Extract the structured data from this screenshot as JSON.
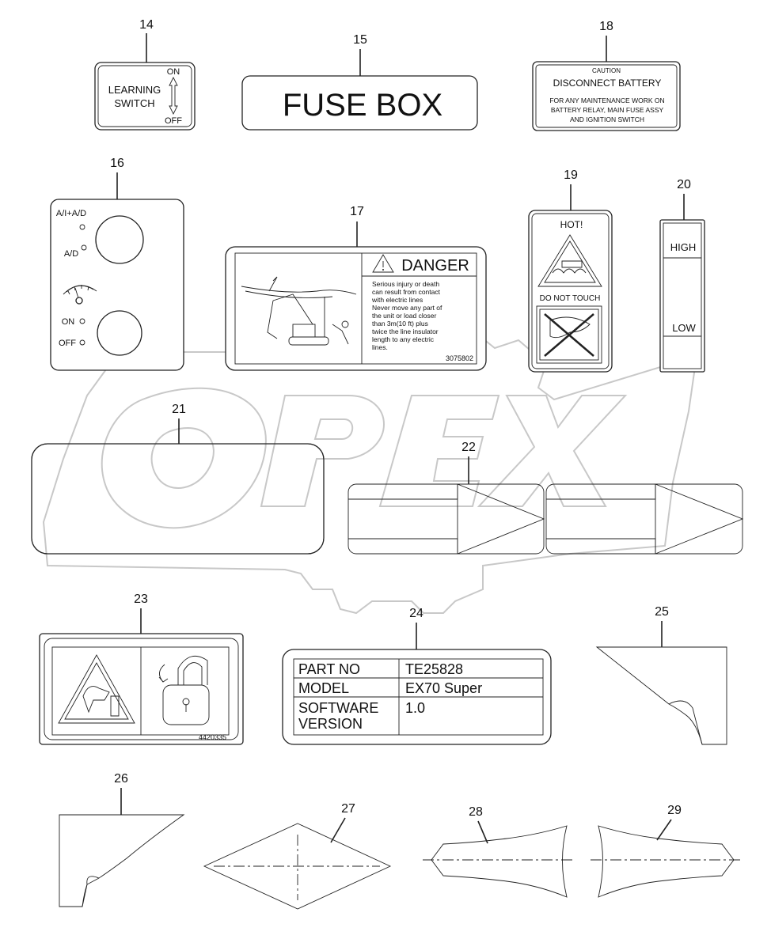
{
  "callouts": [
    "14",
    "15",
    "16",
    "17",
    "18",
    "19",
    "20",
    "21",
    "22",
    "23",
    "24",
    "25",
    "26",
    "27",
    "28",
    "29"
  ],
  "decal14": {
    "line1": "LEARNING",
    "line2": "SWITCH",
    "on": "ON",
    "off": "OFF"
  },
  "decal15": {
    "text": "FUSE BOX"
  },
  "decal18": {
    "caution": "CAUTION",
    "title": "DISCONNECT BATTERY",
    "body1": "FOR ANY MAINTENANCE WORK ON",
    "body2": "BATTERY RELAY, MAIN FUSE ASSY",
    "body3": "AND IGNITION SWITCH"
  },
  "decal16": {
    "ai_ad": "A/I+A/D",
    "ad": "A/D",
    "on": "ON",
    "off": "OFF"
  },
  "decal17": {
    "header": "DANGER",
    "lines": [
      "Serious injury or death",
      "can result from contact",
      "with electric lines",
      "Never move any part of",
      "the unit or load closer",
      "than 3m(10 ft) plus",
      "twice the line insulator",
      "length to any electric",
      "lines."
    ],
    "code": "3075802"
  },
  "decal19": {
    "hot": "HOT!",
    "touch": "DO NOT TOUCH"
  },
  "decal20": {
    "high": "HIGH",
    "low": "LOW"
  },
  "decal23": {
    "code": "4420335"
  },
  "decal24": {
    "rows": [
      {
        "key": "PART NO",
        "value": "TE25828"
      },
      {
        "key": "MODEL",
        "value": "EX70 Super"
      },
      {
        "key_line1": "SOFTWARE",
        "key_line2": "VERSION",
        "value": "1.0"
      }
    ]
  },
  "watermark": "OPEX",
  "colors": {
    "ink": "#222222",
    "watermark": "#c8c8c8",
    "background": "#ffffff"
  }
}
